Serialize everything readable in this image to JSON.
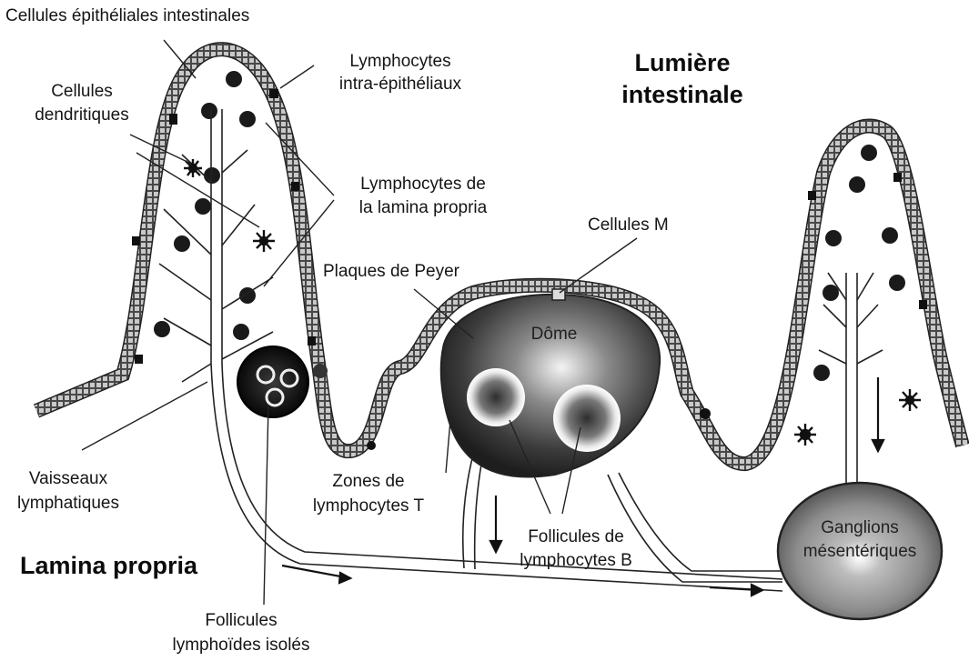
{
  "labels": {
    "epithelial_cells": "Cellules épithéliales intestinales",
    "iel_1": "Lymphocytes",
    "iel_2": "intra-épithéliaux",
    "dendritic_1": "Cellules",
    "dendritic_2": "dendritiques",
    "lp_lymph_1": "Lymphocytes de",
    "lp_lymph_2": "la lamina propria",
    "m_cells": "Cellules M",
    "peyer": "Plaques de Peyer",
    "dome": "Dôme",
    "lymph_vessels_1": "Vaisseaux",
    "lymph_vessels_2": "lymphatiques",
    "t_zones_1": "Zones de",
    "t_zones_2": "lymphocytes T",
    "b_follicles_1": "Follicules de",
    "b_follicles_2": "lymphocytes B",
    "nodes_1": "Ganglions",
    "nodes_2": "mésentériques",
    "isolated_1": "Follicules",
    "isolated_2": "lymphoïdes isolés"
  },
  "regions": {
    "lumen_1": "Lumière",
    "lumen_2": "intestinale",
    "lamina": "Lamina propria"
  }
}
